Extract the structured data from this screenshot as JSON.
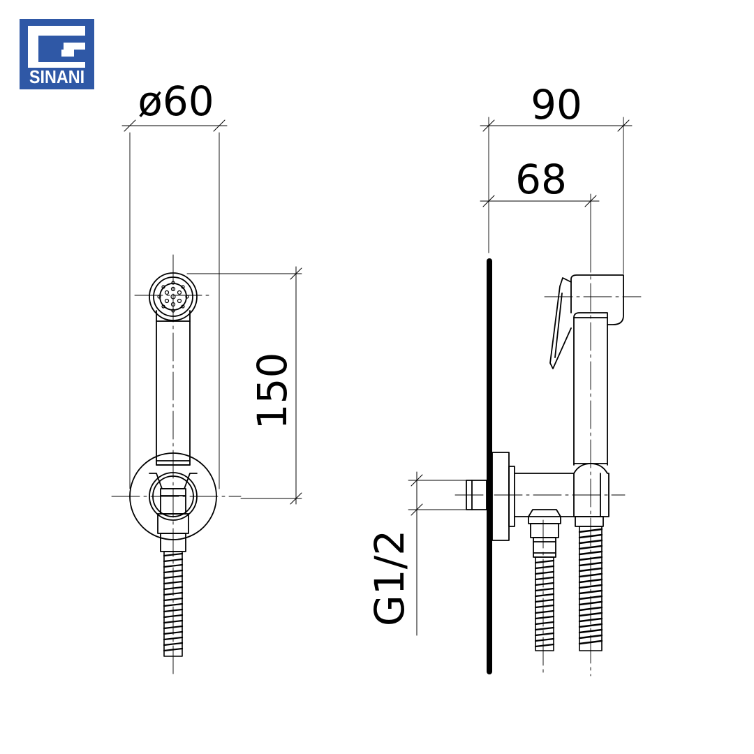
{
  "brand": {
    "name": "SINANI",
    "color": "#2f58a6"
  },
  "dimensions": {
    "diameter": "ø60",
    "height": "150",
    "depth_total": "90",
    "depth_spray": "68",
    "thread": "G1/2"
  }
}
